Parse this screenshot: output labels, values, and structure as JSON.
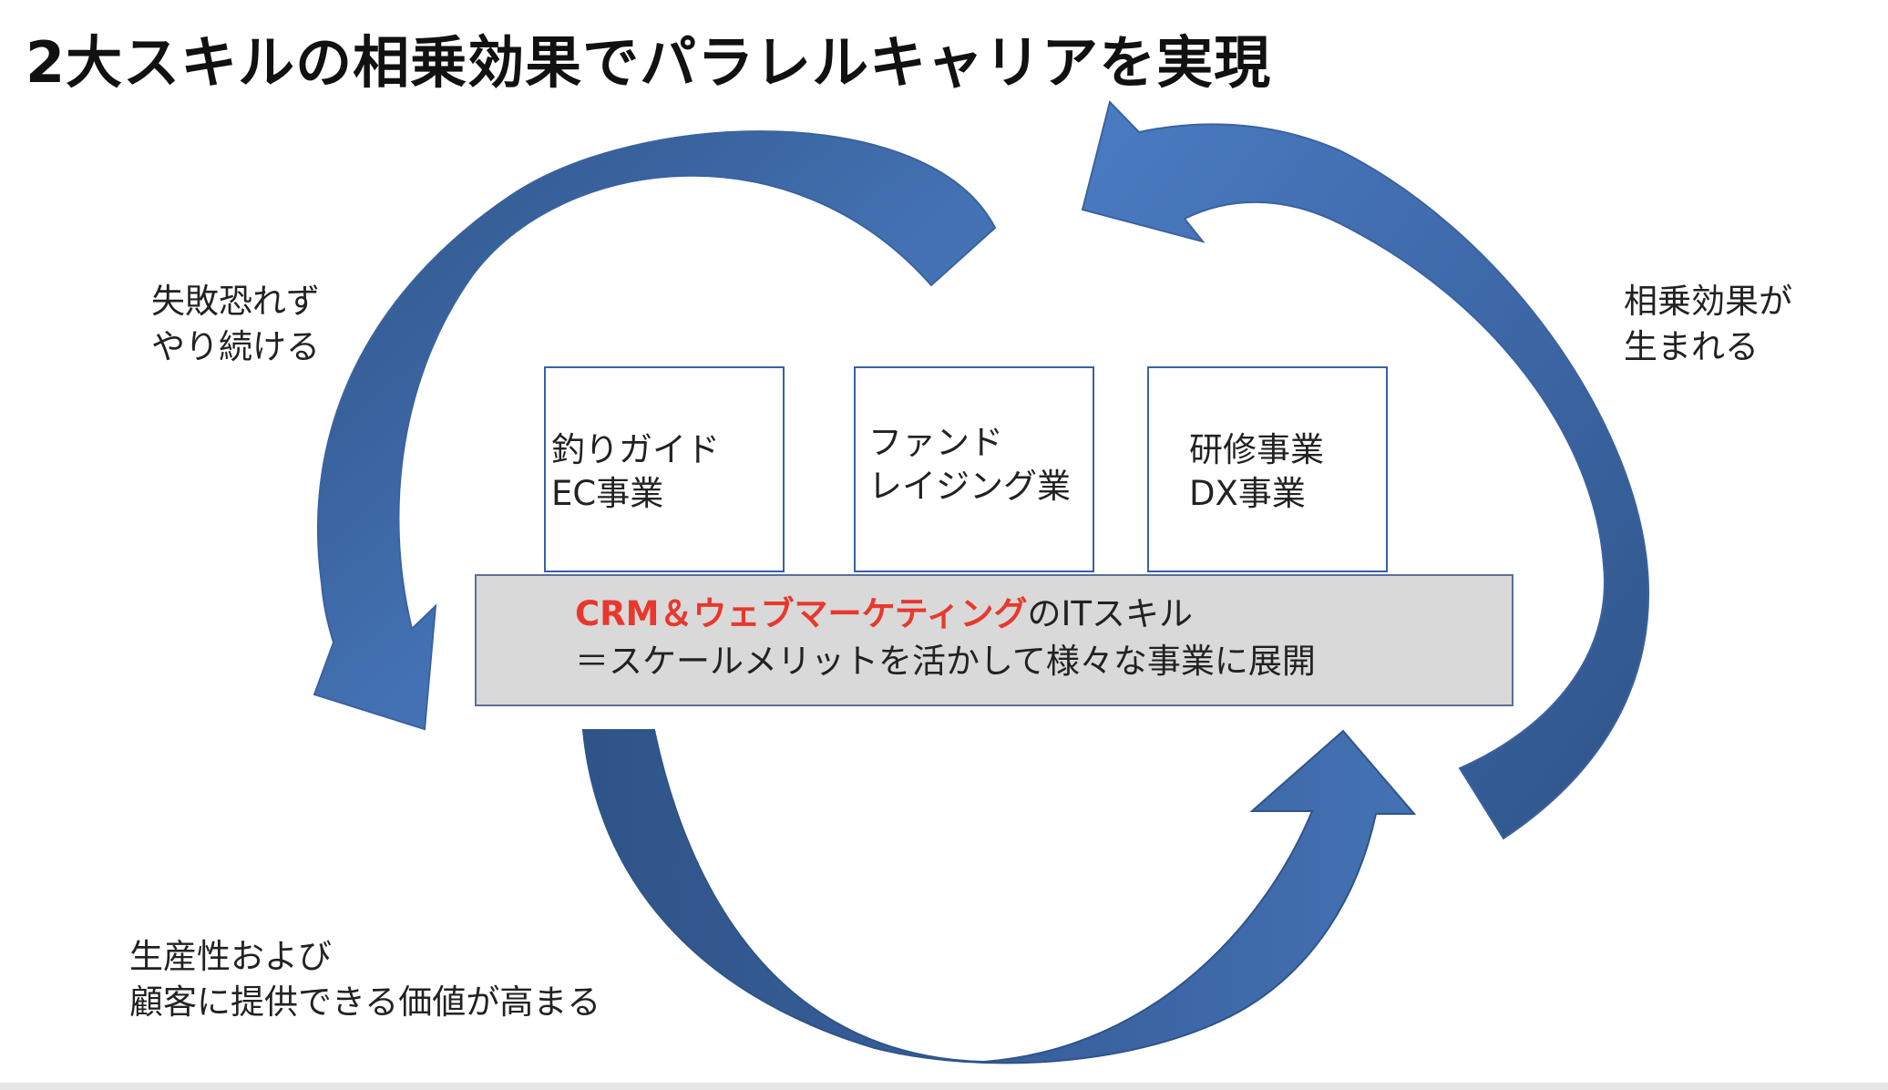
{
  "title": "2大スキルの相乗効果でパラレルキャリアを実現",
  "captions": {
    "left": [
      "失敗恐れず",
      "やり続ける"
    ],
    "right": [
      "相乗効果が",
      "生まれる"
    ],
    "bottom": [
      "生産性および",
      "顧客に提供できる価値が高まる"
    ]
  },
  "business_boxes": [
    {
      "lines": [
        "釣りガイド",
        "EC事業"
      ]
    },
    {
      "lines": [
        "ファンド",
        "レイジング業"
      ]
    },
    {
      "lines": [
        "研修事業",
        "DX事業"
      ]
    }
  ],
  "foundation": {
    "highlight": "CRM＆ウェブマーケティング",
    "suffix": "のITスキル",
    "line2": "＝スケールメリットを活かして様々な事業に展開"
  },
  "colors": {
    "arrow_light": "#4472b4",
    "arrow_dark": "#2f5488",
    "highlight_text": "#e8382d",
    "foundation_fill": "#d9d9d9"
  }
}
